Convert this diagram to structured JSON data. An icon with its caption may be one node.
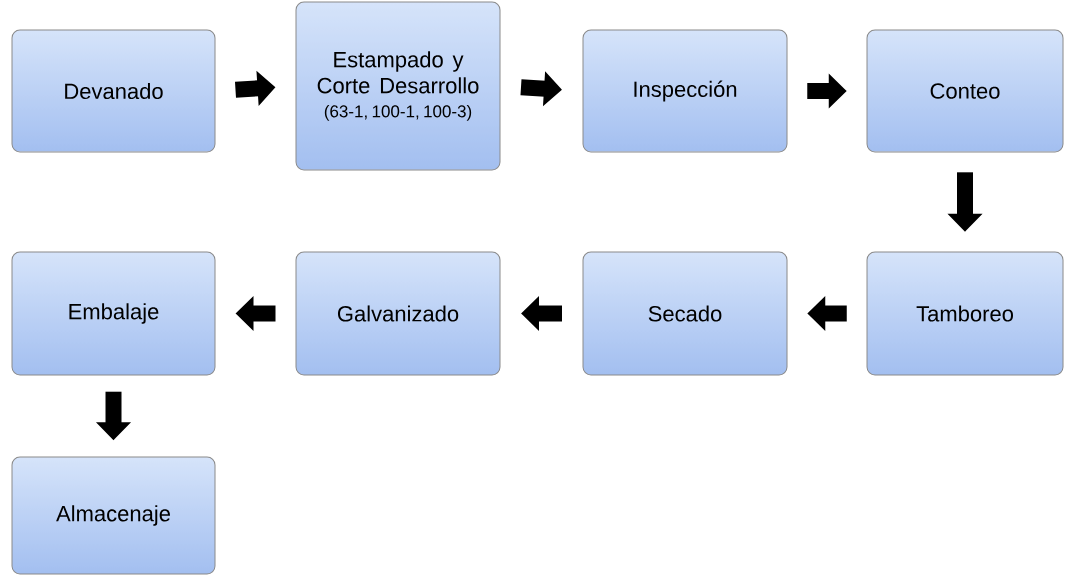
{
  "diagram": {
    "nodes": [
      {
        "text": [
          "Devanado"
        ]
      },
      {
        "text": [
          "Estampado y Corte Desarrollo",
          "(63-1, 100-1, 100-3)"
        ]
      },
      {
        "text": [
          "Inspección"
        ]
      },
      {
        "text": [
          "Conteo"
        ]
      },
      {
        "text": [
          "Tamboreo"
        ]
      },
      {
        "text": [
          "Secado"
        ]
      },
      {
        "text": [
          "Galvanizado"
        ]
      },
      {
        "text": [
          "Embalaje"
        ]
      },
      {
        "text": [
          "Almacenaje"
        ]
      }
    ],
    "edges": [
      {
        "from": 0,
        "to": 1,
        "arrow": "to"
      },
      {
        "from": 1,
        "to": 2,
        "arrow": "to"
      },
      {
        "from": 2,
        "to": 3,
        "arrow": "to"
      },
      {
        "from": 3,
        "to": 4,
        "arrow": "to"
      },
      {
        "from": 4,
        "to": 5,
        "arrow": "to"
      },
      {
        "from": 5,
        "to": 6,
        "arrow": "to"
      },
      {
        "from": 6,
        "to": 7,
        "arrow": "to"
      },
      {
        "from": 7,
        "to": 8,
        "arrow": "to"
      }
    ]
  }
}
